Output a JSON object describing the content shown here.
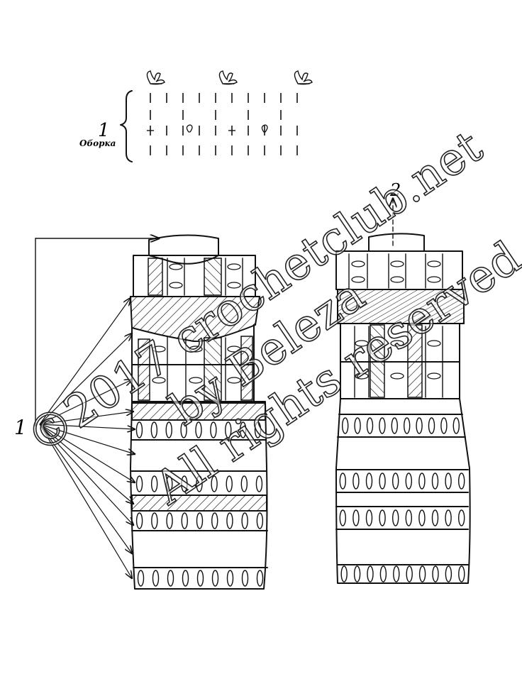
{
  "chart_legend": {
    "marker_1": "1",
    "marker_2": "2",
    "frill_label": "Оборка"
  },
  "watermark": {
    "line1": "©2017 crochetclub.net",
    "line2": "by Beleza",
    "line3": "All rights reserved"
  },
  "colors": {
    "ink": "#111111",
    "paper": "#ffffff"
  }
}
